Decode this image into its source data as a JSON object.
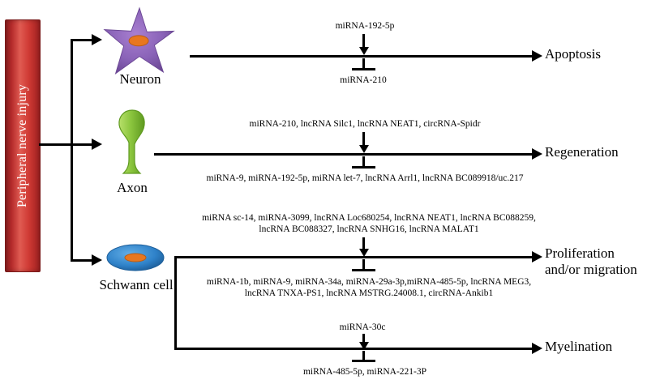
{
  "source": {
    "label": "Peripheral nerve injury"
  },
  "cells": [
    {
      "name": "neuron",
      "label": "Neuron",
      "icon": "star-neuron-icon",
      "color": "#8a63b8"
    },
    {
      "name": "axon",
      "label": "Axon",
      "icon": "axon-icon",
      "color": "#8cc63f"
    },
    {
      "name": "schwann",
      "label": "Schwann cell",
      "icon": "schwann-cell-icon",
      "color": "#2f82c9"
    }
  ],
  "pathways": [
    {
      "id": "apoptosis",
      "outcome": "Apoptosis",
      "promoting": "miRNA-192-5p",
      "inhibiting": "miRNA-210"
    },
    {
      "id": "regeneration",
      "outcome": "Regeneration",
      "promoting": "miRNA-210, lncRNA Silc1, lncRNA NEAT1, circRNA-Spidr",
      "inhibiting": "miRNA-9, miRNA-192-5p, miRNA let-7, lncRNA Arrl1, lncRNA BC089918/uc.217"
    },
    {
      "id": "proliferation",
      "outcome": "Proliferation\nand/or migration",
      "promoting": "miRNA sc-14, miRNA-3099, lncRNA Loc680254, lncRNA NEAT1, lncRNA BC088259,\nlncRNA BC088327, lncRNA SNHG16, lncRNA MALAT1",
      "inhibiting": "miRNA-1b, miRNA-9, miRNA-34a, miRNA-29a-3p,miRNA-485-5p, lncRNA MEG3,\nlncRNA TNXA-PS1, lncRNA MSTRG.24008.1, circRNA-Ankib1"
    },
    {
      "id": "myelination",
      "outcome": "Myelination",
      "promoting": "miRNA-30c",
      "inhibiting": "miRNA-485-5p, miRNA-221-3P"
    }
  ],
  "colors": {
    "bar_red": "#c0392b",
    "neuron_purple": "#8a63b8",
    "neuron_nucleus": "#e8771f",
    "axon_green": "#8cc63f",
    "schwann_blue": "#2f82c9",
    "line_black": "#000000"
  }
}
